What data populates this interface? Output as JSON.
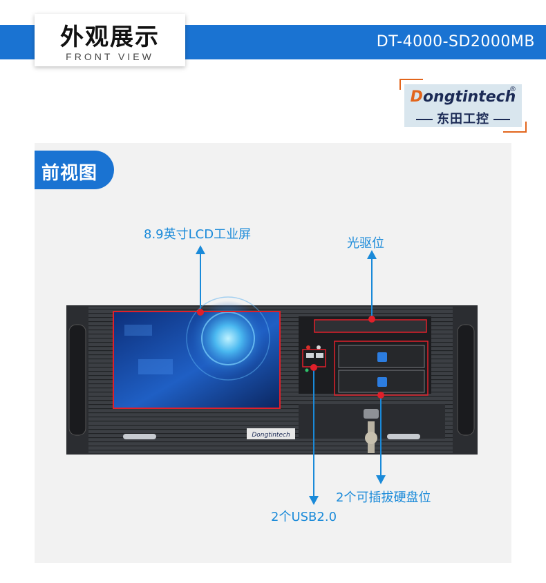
{
  "header": {
    "title": "外观展示",
    "subtitle": "FRONT VIEW",
    "model": "DT-4000-SD2000MB"
  },
  "logo": {
    "en_initial": "D",
    "en_rest": "ongtintech",
    "registered": "®",
    "cn": "东田工控",
    "device_brand": "Dongtintech"
  },
  "section": {
    "title": "前视图"
  },
  "callouts": {
    "screen": "8.9英寸LCD工业屏",
    "optical": "光驱位",
    "usb": "2个USB2.0",
    "drives": "2个可插拔硬盘位"
  },
  "colors": {
    "brand_blue": "#1a73d2",
    "callout_blue": "#1a8ad9",
    "marker_red": "#e0202a",
    "logo_orange": "#e2651c",
    "logo_navy": "#1b2a55"
  }
}
